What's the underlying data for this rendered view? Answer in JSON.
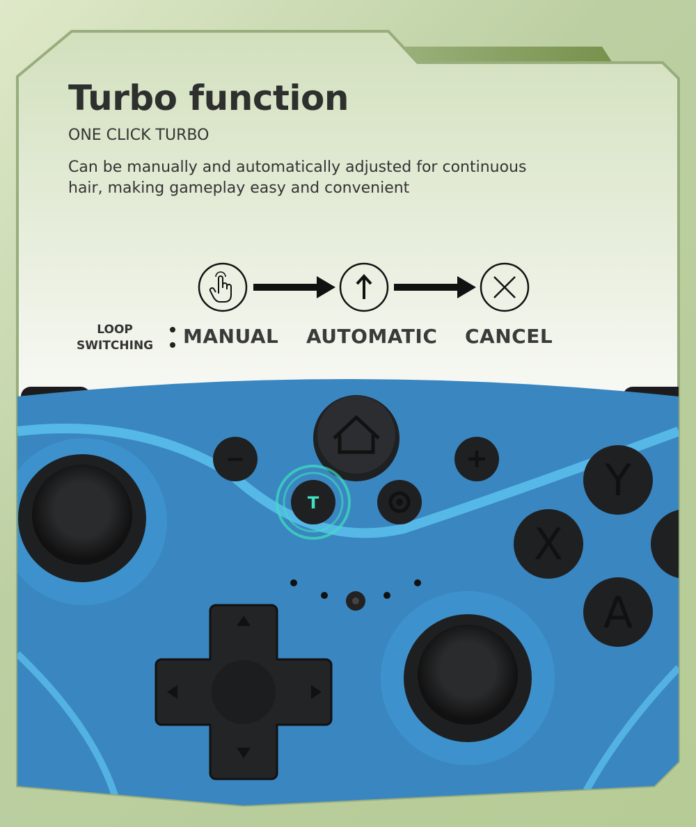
{
  "header": {
    "title": "Turbo function",
    "subtitle": "ONE CLICK TURBO",
    "description": "Can be manually and automatically adjusted for continuous hair, making gameplay easy and convenient"
  },
  "loop": {
    "label_line1": "LOOP",
    "label_line2": "SWITCHING",
    "steps": [
      {
        "label": "MANUAL",
        "icon": "hand-tap-icon"
      },
      {
        "label": "AUTOMATIC",
        "icon": "arrow-up-icon"
      },
      {
        "label": "CANCEL",
        "icon": "close-icon"
      }
    ]
  },
  "controller": {
    "turbo_label": "T",
    "face_buttons": [
      "Y",
      "X",
      "A"
    ],
    "minus_label": "−",
    "plus_label": "+",
    "body_color": "#3a86c0",
    "glow_color": "#3fe0c0"
  }
}
